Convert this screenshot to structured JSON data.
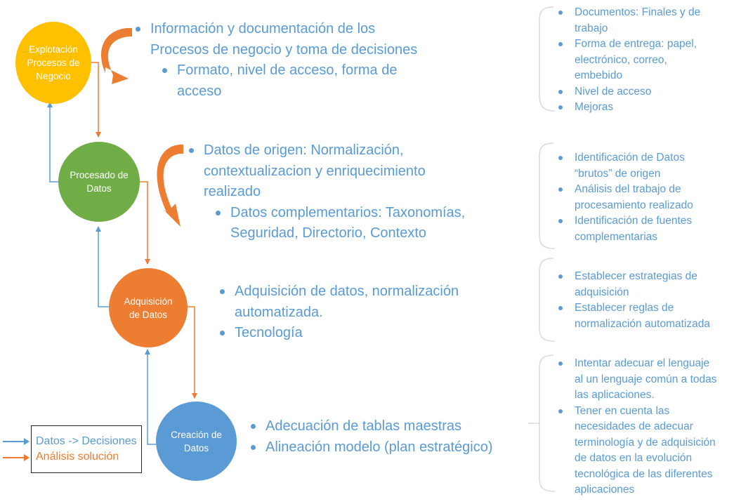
{
  "colors": {
    "blue": "#5b9bd5",
    "orange": "#ed7d31",
    "yellow": "#ffc000",
    "green": "#70ad47"
  },
  "circles": {
    "explotacion": [
      "Explotación",
      "Procesos de",
      "Negocio"
    ],
    "procesado": [
      "Procesado de",
      "Datos"
    ],
    "adquisicion": [
      "Adquisición",
      "de Datos"
    ],
    "creacion": [
      "Creación de",
      "Datos"
    ]
  },
  "main_text": {
    "explotacion": {
      "bullet1": [
        "Información y documentación de los",
        "Procesos de negocio y toma de decisiones"
      ],
      "sub1": [
        "Formato, nivel de acceso, forma de",
        "acceso"
      ]
    },
    "procesado": {
      "bullet1": [
        "Datos de origen: Normalización,",
        "contextualizacion y enriquecimiento",
        "realizado"
      ],
      "sub1": [
        "Datos complementarios: Taxonomías,",
        "Seguridad, Directorio, Contexto"
      ]
    },
    "adquisicion": {
      "bullet1": [
        "Adquisición de datos, normalización",
        "automatizada."
      ],
      "bullet2": "Tecnología"
    },
    "creacion": {
      "bullet1": "Adecuación de tablas maestras",
      "bullet2": "Alineación modelo (plan estratégico)"
    }
  },
  "side_notes": {
    "group1": {
      "i1": [
        "Documentos: Finales y de",
        "trabajo"
      ],
      "i2": [
        "Forma de entrega: papel,",
        "electrónico, correo,",
        "embebido"
      ],
      "i3": "Nivel de acceso",
      "i4": "Mejoras"
    },
    "group2": {
      "i1": [
        "Identificación de Datos",
        "“brutos” de origen"
      ],
      "i2": [
        "Análisis del trabajo de",
        "procesamiento realizado"
      ],
      "i3": [
        "Identificación de fuentes",
        "complementarias"
      ]
    },
    "group3": {
      "i1": [
        "Establecer estrategias de",
        "adquisición"
      ],
      "i2": [
        "Establecer reglas de",
        "normalización automatizada"
      ]
    },
    "group4": {
      "i1": [
        "Intentar adecuar el lenguaje",
        "al un lenguaje común a todas",
        "las aplicaciones."
      ],
      "i2": [
        "Tener en cuenta las",
        "necesidades de adecuar",
        "terminología y de adquisición",
        "de datos en la evolución",
        "tecnológica de las diferentes",
        "aplicaciones"
      ]
    }
  },
  "legend": {
    "blue_label": "Datos -> Decisiones",
    "orange_label": "Análisis solución"
  }
}
